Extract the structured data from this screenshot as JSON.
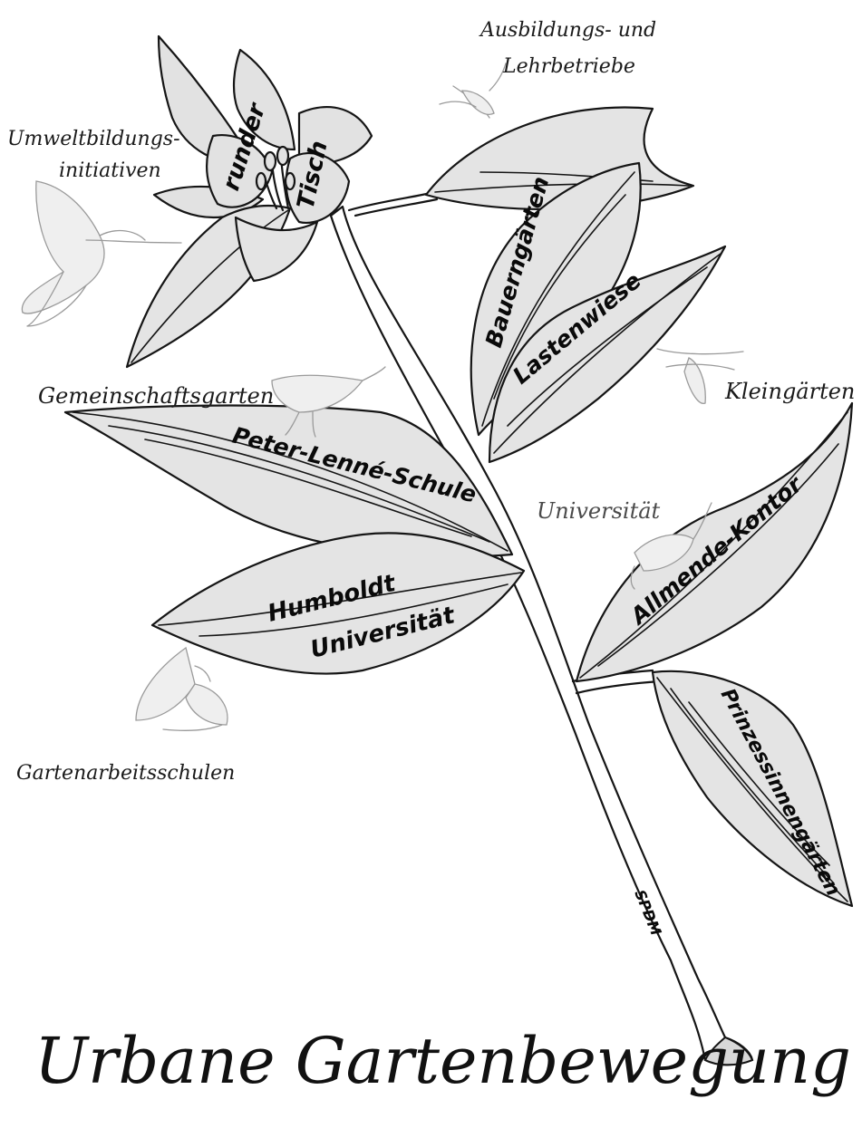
{
  "title": "Urbane Gartenbewegung",
  "flower": {
    "label_top": "runder",
    "label_bottom": "Tisch"
  },
  "leaves": {
    "bauerngarten": "Bauerngärten",
    "lastenwiese": "Lastenwiese",
    "peter_lenne": "Peter-Lenné-Schule",
    "humboldt_1": "Humboldt",
    "humboldt_2": "Universität",
    "allmende": "Allmende-Kontor",
    "prinzessinnen": "Prinzessinnengärten"
  },
  "stem_label": "SPDM",
  "annotations": {
    "ausbildung_1": "Ausbildungs- und",
    "ausbildung_2": "Lehrbetriebe",
    "umwelt_1": "Umweltbildungs-",
    "umwelt_2": "initiativen",
    "gemeinschaft": "Gemeinschaftsgarten",
    "kleingarten": "Kleingärten",
    "universitat": "Universität",
    "gartenarbeit": "Gartenarbeitsschulen"
  },
  "colors": {
    "ink": "#151515",
    "leaf_fill": "#e4e4e4",
    "sketch": "#9a9a9a",
    "background": "#ffffff"
  }
}
